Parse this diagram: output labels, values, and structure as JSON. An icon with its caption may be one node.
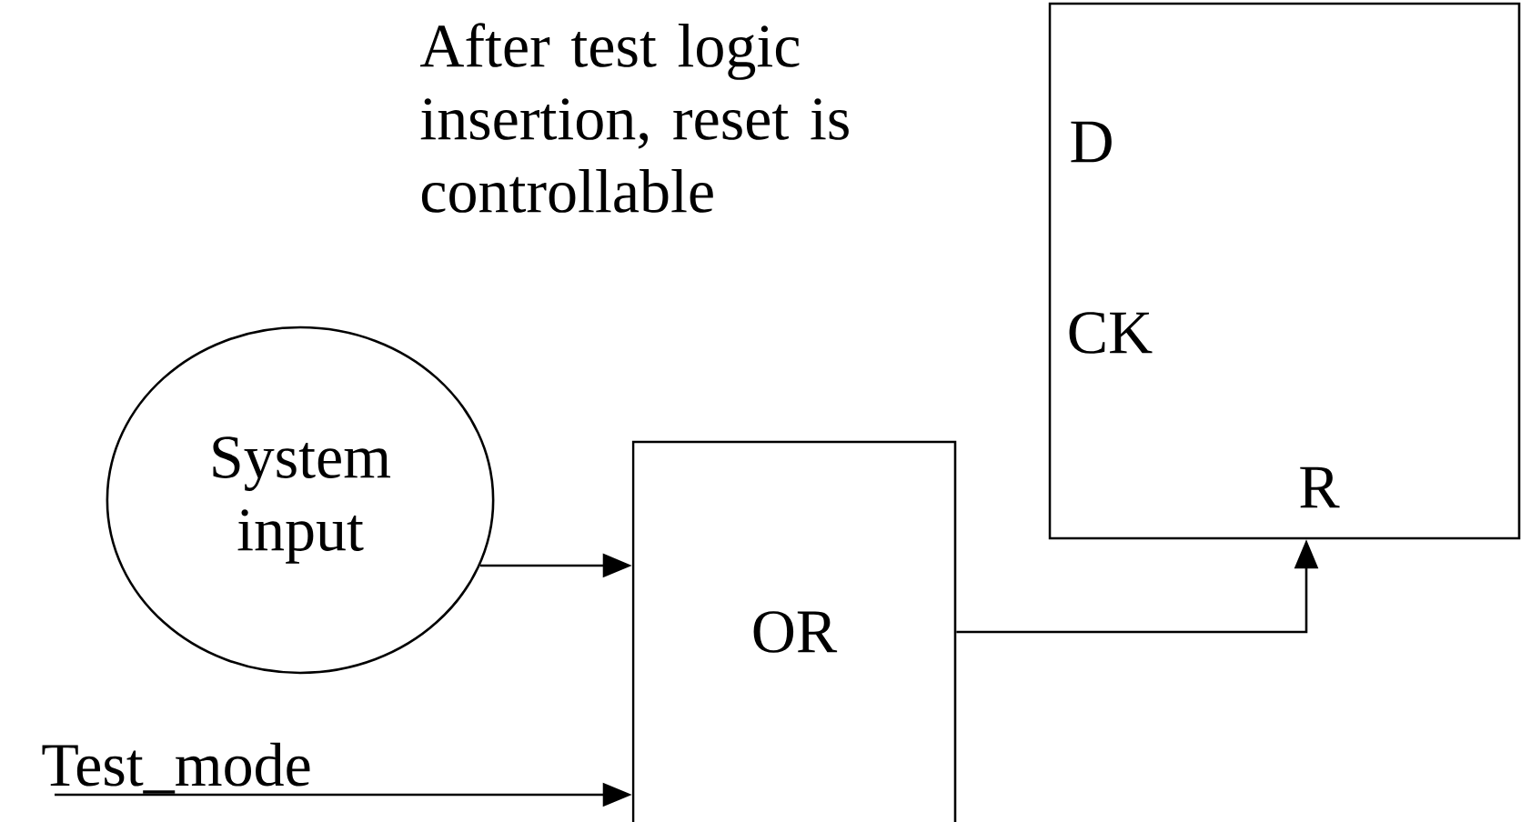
{
  "diagram": {
    "nodes": [
      {
        "text": [
          "System input"
        ]
      },
      {
        "text": [
          "OR"
        ]
      },
      {
        "text": [
          "D",
          "CK",
          "R"
        ]
      },
      {
        "text": [
          "Test_mode"
        ]
      }
    ],
    "edges": [
      {
        "from": 0,
        "to": 1,
        "arrow": "to"
      },
      {
        "from": 3,
        "to": 1,
        "arrow": "to"
      },
      {
        "from": 1,
        "to": 2,
        "arrow": "to"
      }
    ],
    "labels": [
      "After test logic insertion, reset is controllable"
    ]
  }
}
